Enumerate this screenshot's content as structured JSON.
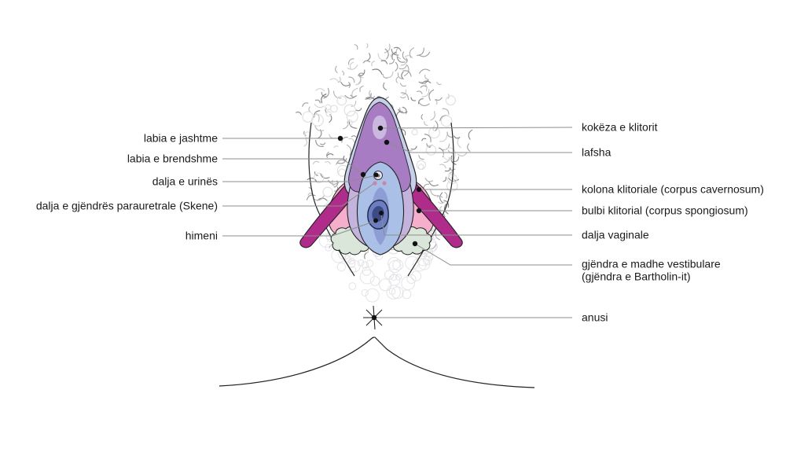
{
  "diagram": {
    "language": "Albanian",
    "subject": "vulva-anatomy-diagram"
  },
  "labels": {
    "left": [
      {
        "id": "labia-e-jashtme",
        "text": "labia e jashtme"
      },
      {
        "id": "labia-e-brendshme",
        "text": "labia e brendshme"
      },
      {
        "id": "dalja-e-urines",
        "text": "dalja e urinës"
      },
      {
        "id": "dalja-e-gjendres",
        "text": "dalja e gjëndrës parauretrale (Skene)"
      },
      {
        "id": "himeni",
        "text": "himeni"
      }
    ],
    "right": [
      {
        "id": "kokeza",
        "text": "kokëza e klitorit"
      },
      {
        "id": "lafsha",
        "text": "lafsha"
      },
      {
        "id": "kolona",
        "text": "kolona klitoriale (corpus cavernosum)"
      },
      {
        "id": "bulbi",
        "text": "bulbi klitorial (corpus spongiosum)"
      },
      {
        "id": "dalja-vaginale",
        "text": "dalja vaginale"
      },
      {
        "id": "gjendra",
        "text": "gjëndra e madhe vestibulare",
        "text2": "(gjëndra e Bartholin-it)"
      },
      {
        "id": "anusi",
        "text": "anusi"
      }
    ]
  },
  "colors": {
    "crus_magenta": "#b02c8b",
    "bulb_pink": "#f5aecb",
    "gland_green": "#dae6da",
    "hood_purple": "#a87cc3",
    "glans_lavender": "#cbb8e0",
    "labia_lavender": "#c4b3dc",
    "rim_periwinkle": "#c7cfeb",
    "vestibule_blue": "#abc0e6",
    "channel_blue": "#8d9ed6",
    "opening_blue": "#6d7ec0",
    "opening_dark": "#3c4a85",
    "skene_pink": "#c986ab",
    "urethra_white": "#ece9f1",
    "outline_dark": "#222222",
    "leader_gray": "#8c8c8c",
    "dot_black": "#111111",
    "text_color": "#1a1a1a",
    "hair_gray": "#a9a9ad",
    "texture_gray": "#e4e4e8"
  }
}
